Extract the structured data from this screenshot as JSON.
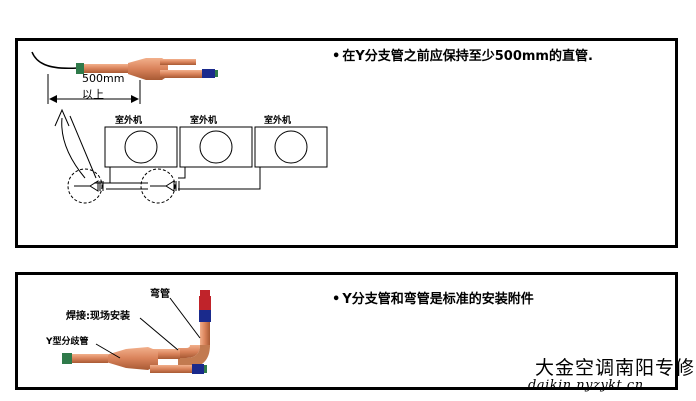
{
  "top_panel": {
    "note": "在Y分支管之前应保持至少500mm的直管.",
    "dimension_value": "500mm",
    "dimension_suffix": "以上",
    "outdoor_unit_label": "室外机",
    "outdoor_units": [
      "室外机",
      "室外机",
      "室外机"
    ]
  },
  "bottom_panel": {
    "note": "Y分支管和弯管是标准的安装附件",
    "label_elbow": "弯管",
    "label_weld": "焊接:现场安装",
    "label_ybranch": "Y型分歧管"
  },
  "watermark": {
    "title": "大金空调南阳专修",
    "url": "daikin.nyzykt.cn"
  },
  "colors": {
    "copper": "#d9825a",
    "copper_dark": "#b86a40",
    "navy": "#1a2a8c",
    "green": "#2f7a4a",
    "red": "#c0232a"
  }
}
